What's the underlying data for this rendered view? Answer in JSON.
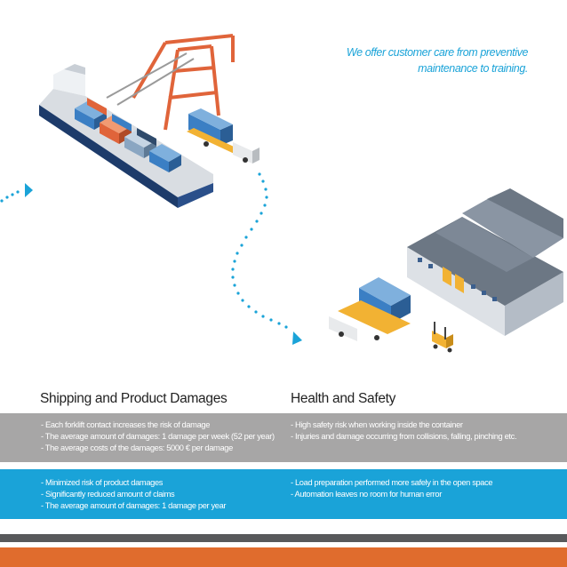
{
  "tagline": {
    "line1": "We offer customer care from preventive",
    "line2": "maintenance to training."
  },
  "sections": {
    "left": {
      "title": "Shipping and Product Damages",
      "problems": [
        "- Each forklift contact increases the risk of damage",
        "- The average amount of damages: 1 damage per week (52 per year)",
        "- The average costs of the damages: 5000 € per damage"
      ],
      "solutions": [
        "- Minimized risk of product damages",
        "- Significantly reduced amount of claims",
        "- The average amount of damages: 1 damage per year"
      ]
    },
    "right": {
      "title": "Health and Safety",
      "problems": [
        "- High safety risk when working inside the container",
        "- Injuries and damage occurring from collisions, falling, pinching etc."
      ],
      "solutions": [
        "- Load preparation performed more safely in the open space",
        "- Automation leaves no room for human error"
      ]
    }
  },
  "colors": {
    "accent_blue": "#1aa3d8",
    "gray_band": "#a7a6a6",
    "dark_band": "#58595b",
    "orange_band": "#e06c2d",
    "crane": "#e0643a",
    "container_blue": "#3b7fc4"
  },
  "icons": [
    "cargo-ship-illustration",
    "harbor-crane-illustration",
    "container-truck-icon",
    "warehouse-illustration",
    "forklift-icon",
    "arrow-right-icon"
  ]
}
